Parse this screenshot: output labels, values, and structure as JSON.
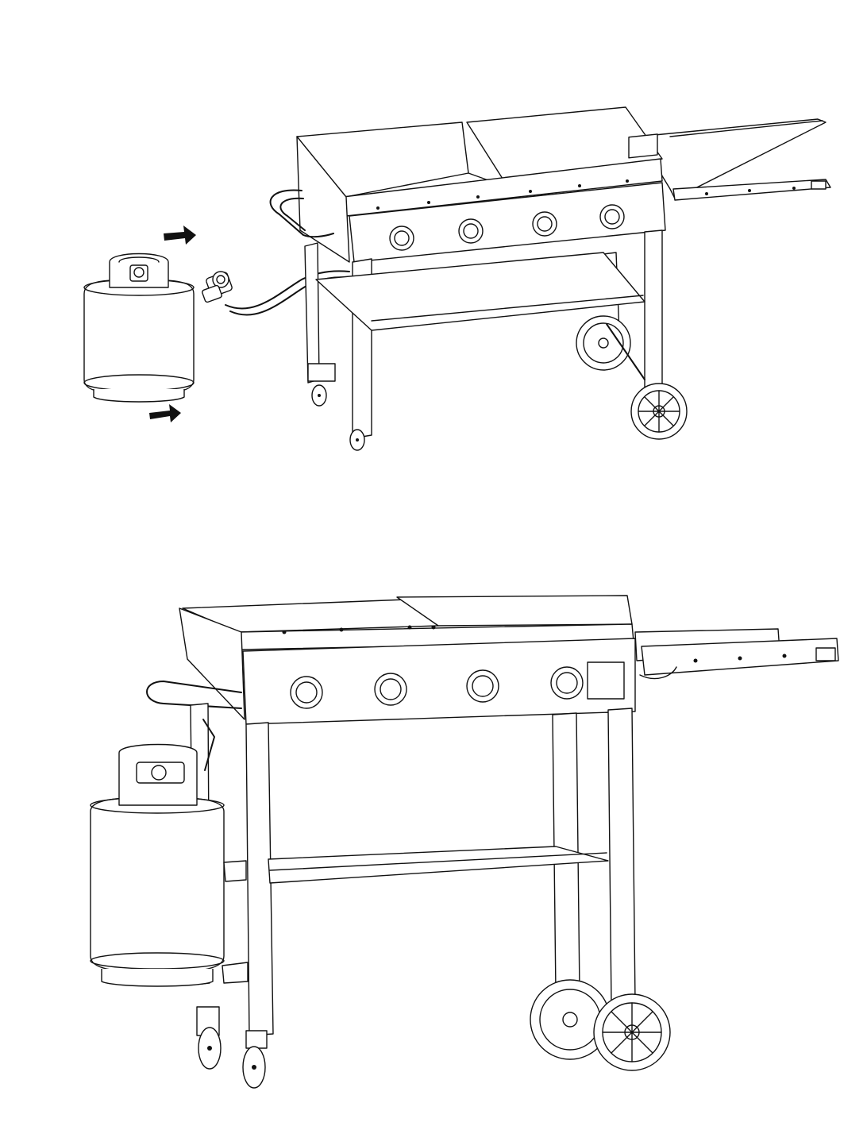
{
  "colors": {
    "line": "#111111",
    "background": "#ffffff",
    "arrow": "#111111"
  },
  "figures": [
    {
      "id": "top",
      "label": "",
      "steps": [
        "connect-hose-to-tank"
      ],
      "arrows": 2
    },
    {
      "id": "bottom",
      "label": "",
      "steps": [
        "tank-mounted-on-hook"
      ]
    }
  ],
  "icons": [
    "arrow-right-icon",
    "propane-tank-icon",
    "regulator-icon",
    "burner-knob-icon",
    "wheel-icon",
    "caster-icon"
  ],
  "burner_knobs": 4
}
